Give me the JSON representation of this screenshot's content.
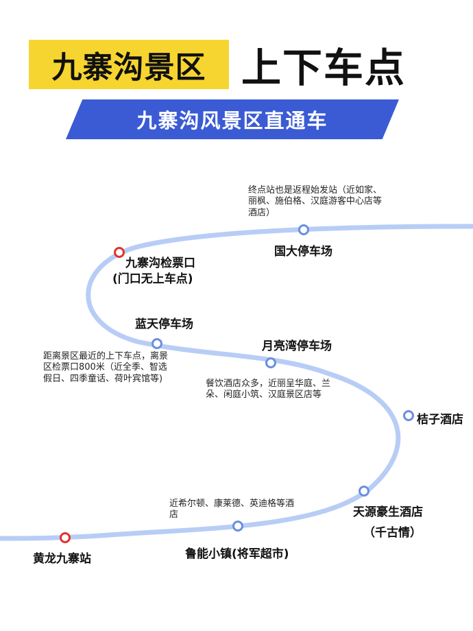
{
  "header": {
    "title_highlight": "九寨沟景区",
    "title_main": "上下车点",
    "subtitle": "九寨沟风景区直通车"
  },
  "colors": {
    "route_line": "#b8cdf6",
    "stop_ring_blue": "#6a8ee0",
    "stop_ring_red": "#e0322b",
    "highlight_yellow": "#f7d530",
    "ribbon_blue": "#3a5bd3"
  },
  "stops": {
    "guoda": {
      "name": "国大停车场",
      "note": "终点站也是返程始发站（近如家、丽枫、施伯格、汉庭游客中心店等酒店）"
    },
    "jianpiao": {
      "name": "九寨沟检票口",
      "name2": "(门口无上车点)"
    },
    "lantian": {
      "name": "蓝天停车场",
      "note": "距离景区最近的上下车点，离景区检票口800米（近全季、智选假日、四季童话、荷叶宾馆等)"
    },
    "yueliangwan": {
      "name": "月亮湾停车场",
      "note": "餐饮酒店众多，近丽呈华庭、兰朵、闲庭小筑、汉庭景区店等"
    },
    "juzi": {
      "name": "桔子酒店"
    },
    "tianyuan": {
      "name": "天源豪生酒店",
      "name2": "（千古情）"
    },
    "luneng": {
      "name": "鲁能小镇(将军超市)",
      "note": "近希尔顿、康莱德、英迪格等酒店"
    },
    "huanglong": {
      "name": "黄龙九寨站"
    }
  }
}
